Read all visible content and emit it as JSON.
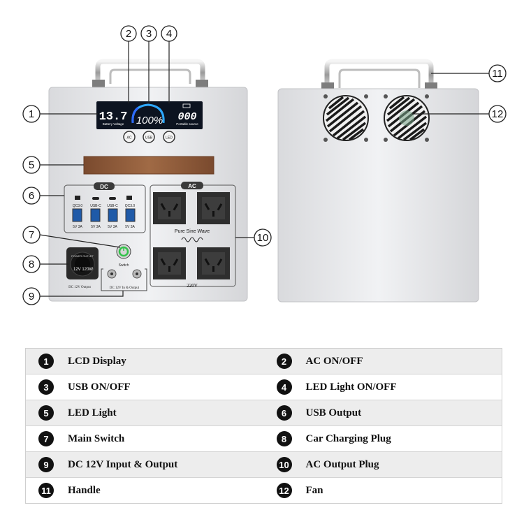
{
  "callouts": [
    "1",
    "2",
    "3",
    "4",
    "5",
    "6",
    "7",
    "8",
    "9",
    "10",
    "11",
    "12"
  ],
  "lcd": {
    "battery_value": "13.7",
    "battery_label": "Battery Voltage",
    "percent": "100%",
    "output_value": "000",
    "output_label": "Portable source"
  },
  "buttons": [
    "AC",
    "USB",
    "LED"
  ],
  "dc_panel": {
    "title": "DC",
    "port_labels": [
      "QC3.0",
      "USB-C",
      "USB-C",
      "QC3.0"
    ],
    "port_specs": [
      "5V 3A",
      "5V 3A",
      "5V 3A",
      "5V 3A"
    ]
  },
  "ac_panel": {
    "title": "AC",
    "wave_label": "Pure Sine Wave",
    "voltage": "220V"
  },
  "switch_label": "Switch",
  "car_socket": {
    "text": "12V 120W",
    "brand": "POWER OUTLET",
    "caption": "DC 12V Output"
  },
  "dc_io_label": "DC 12V In & Output",
  "legend": [
    {
      "num": "1",
      "label": "LCD Display"
    },
    {
      "num": "2",
      "label": "AC ON/OFF"
    },
    {
      "num": "3",
      "label": "USB ON/OFF"
    },
    {
      "num": "4",
      "label": "LED Light ON/OFF"
    },
    {
      "num": "5",
      "label": "LED Light"
    },
    {
      "num": "6",
      "label": "USB Output"
    },
    {
      "num": "7",
      "label": "Main Switch"
    },
    {
      "num": "8",
      "label": "Car Charging Plug"
    },
    {
      "num": "9",
      "label": "DC 12V Input & Output"
    },
    {
      "num": "10",
      "label": "AC Output Plug"
    },
    {
      "num": "11",
      "label": "Handle"
    },
    {
      "num": "12",
      "label": "Fan"
    }
  ],
  "colors": {
    "body": "#e9eaec",
    "lcd_bg": "#0c1320",
    "lcd_accent": "#2da8ff",
    "led_strip": "#8b5a3c",
    "switch_ring": "#33c24a"
  }
}
